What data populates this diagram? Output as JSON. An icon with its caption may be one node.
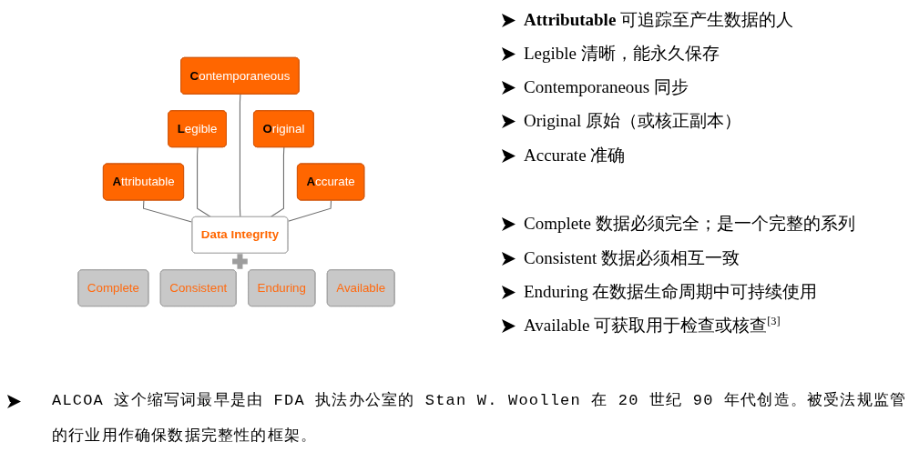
{
  "diagram": {
    "nodes": [
      {
        "text": [
          "**A**ttributable"
        ]
      },
      {
        "text": [
          "**L**egible"
        ]
      },
      {
        "text": [
          "**C**ontemporaneous"
        ]
      },
      {
        "text": [
          "**O**riginal"
        ]
      },
      {
        "text": [
          "**A**ccurate"
        ]
      },
      {
        "text": [
          "Data Integrity"
        ]
      },
      {
        "text": [
          "Complete"
        ]
      },
      {
        "text": [
          "Consistent"
        ]
      },
      {
        "text": [
          "Enduring"
        ]
      },
      {
        "text": [
          "Available"
        ]
      }
    ],
    "edges": [
      {
        "from": 0,
        "to": 5,
        "arrow": "none"
      },
      {
        "from": 1,
        "to": 5,
        "arrow": "none"
      },
      {
        "from": 2,
        "to": 5,
        "arrow": "none"
      },
      {
        "from": 3,
        "to": 5,
        "arrow": "none"
      },
      {
        "from": 4,
        "to": 5,
        "arrow": "none"
      }
    ],
    "labels": [
      "**Attributable** 可追踪至产生数据的人",
      "Legible 清晰，能永久保存",
      "Contemporaneous 同步",
      "Original 原始（或核正副本）",
      "Accurate 准确",
      "Complete 数据必须完全；是一个完整的系列",
      "Consistent 数据必须相互一致",
      "Enduring 在数据生命周期中可持续使用",
      "Available 可获取用于检查或核查$^{[3]}$",
      "ALCOA 这个缩写词最早是由 FDA 执法办公室的 Stan W. Woollen 在 20 世纪 90 年代创造。被受法规监管的行业用作确保数据完整性的框架。"
    ]
  }
}
